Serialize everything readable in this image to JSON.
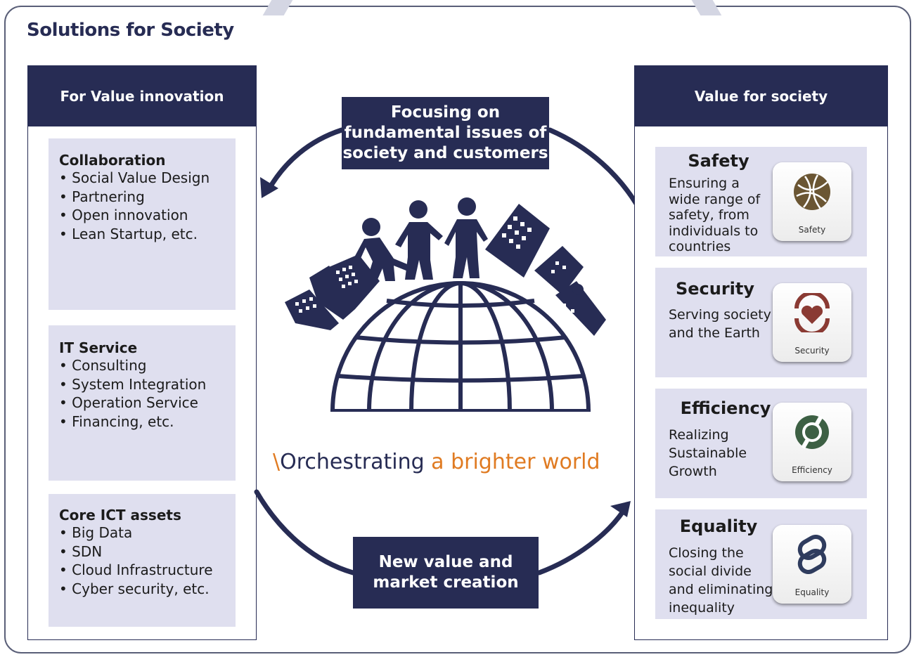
{
  "page_title": "Solutions for Society",
  "left_column": {
    "header": "For Value innovation",
    "groups": [
      {
        "title": "Collaboration",
        "items": [
          "Social Value Design",
          "Partnering",
          "Open innovation",
          "Lean Startup, etc."
        ]
      },
      {
        "title": "IT Service",
        "items": [
          "Consulting",
          "System Integration",
          "Operation Service",
          "Financing, etc."
        ]
      },
      {
        "title": "Core ICT assets",
        "items": [
          "Big Data",
          "SDN",
          "Cloud Infrastructure",
          "Cyber security, etc."
        ]
      }
    ]
  },
  "center": {
    "top_banner": "Focusing on fundamental issues of society and customers",
    "bottom_banner": "New value and market creation",
    "tagline_slash": "\\",
    "tagline_part1": "Orchestrating",
    "tagline_part2": " a brighter world",
    "colors": {
      "navy": "#272c54",
      "orange": "#e07b22"
    }
  },
  "right_column": {
    "header": "Value for society",
    "values": [
      {
        "title": "Safety",
        "description": "Ensuring a wide range of safety, from individuals to countries",
        "icon_label": "Safety",
        "icon": "globe-icon",
        "color": "#6b5633"
      },
      {
        "title": "Security",
        "description": "Serving society and the Earth",
        "icon_label": "Security",
        "icon": "heart-shield-icon",
        "color": "#8a3a33"
      },
      {
        "title": "Efficiency",
        "description": "Realizing Sustainable Growth",
        "icon_label": "Efficiency",
        "icon": "cycle-icon",
        "color": "#3d6044"
      },
      {
        "title": "Equality",
        "description": "Closing the social divide and eliminating inequality",
        "icon_label": "Equality",
        "icon": "link-icon",
        "color": "#2f3c5e"
      }
    ]
  }
}
